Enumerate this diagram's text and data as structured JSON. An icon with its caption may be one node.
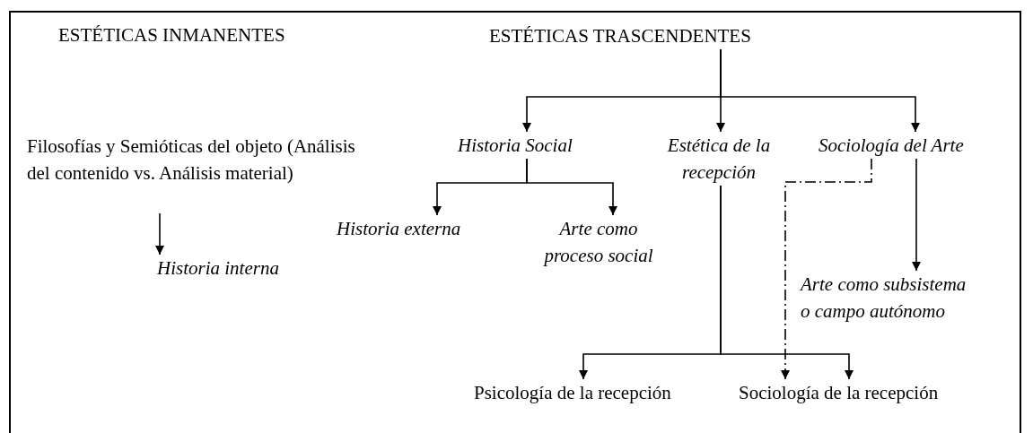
{
  "diagram": {
    "nodes": [
      {
        "text": [
          "ESTÉTICAS INMANENTES"
        ]
      },
      {
        "text": [
          "ESTÉTICAS TRASCENDENTES"
        ]
      },
      {
        "text": [
          "Filosofías y Semióticas del objeto (Análisis del contenido vs. Análisis material)"
        ]
      },
      {
        "text": [
          "Historia interna"
        ]
      },
      {
        "text": [
          "Historia Social"
        ]
      },
      {
        "text": [
          "Estética de la recepción"
        ]
      },
      {
        "text": [
          "Sociología del Arte"
        ]
      },
      {
        "text": [
          "Historia externa"
        ]
      },
      {
        "text": [
          "Arte como proceso social"
        ]
      },
      {
        "text": [
          "Arte como subsistema o campo autónomo"
        ]
      },
      {
        "text": [
          "Psicología de la recepción"
        ]
      },
      {
        "text": [
          "Sociología de la recepción"
        ]
      }
    ],
    "edges": [
      {
        "from": 1,
        "to": 4,
        "arrow": "to"
      },
      {
        "from": 1,
        "to": 5,
        "arrow": "to"
      },
      {
        "from": 1,
        "to": 6,
        "arrow": "to"
      },
      {
        "from": 4,
        "to": 7,
        "arrow": "to"
      },
      {
        "from": 4,
        "to": 8,
        "arrow": "to"
      },
      {
        "from": 6,
        "to": 9,
        "arrow": "to"
      },
      {
        "from": 6,
        "to": 11,
        "arrow": "to",
        "style": "dashed"
      },
      {
        "from": 5,
        "to": 10,
        "arrow": "to"
      },
      {
        "from": 5,
        "to": 11,
        "arrow": "to"
      },
      {
        "from": 2,
        "to": 3,
        "arrow": "to"
      }
    ]
  }
}
